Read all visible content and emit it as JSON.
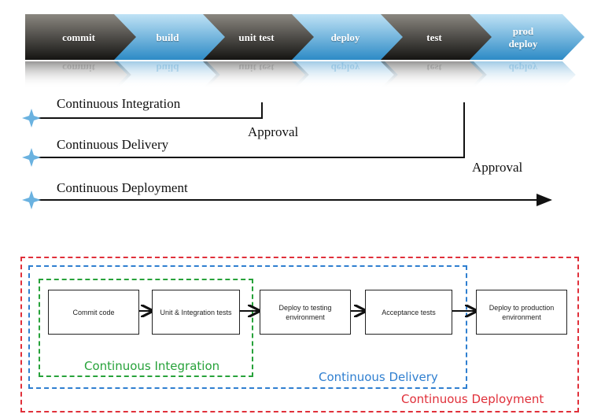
{
  "pipeline": {
    "stages": [
      {
        "label": "commit",
        "style": "dark"
      },
      {
        "label": "build",
        "style": "blue"
      },
      {
        "label": "unit test",
        "style": "dark"
      },
      {
        "label": "deploy",
        "style": "blue"
      },
      {
        "label": "test",
        "style": "dark"
      },
      {
        "label": "prod deploy",
        "style": "blue"
      }
    ],
    "colors": {
      "dark_top": "#8a8780",
      "dark_bottom": "#151412",
      "blue_top": "#bfe2f5",
      "blue_bottom": "#2d8bc6",
      "arrow": "#111111",
      "star": "#6ab2e0"
    }
  },
  "tracks": {
    "ci": {
      "label": "Continuous Integration",
      "gate": "Approval"
    },
    "cdelivery": {
      "label": "Continuous Delivery",
      "gate": "Approval"
    },
    "cdeploy": {
      "label": "Continuous Deployment"
    }
  },
  "flow": {
    "boxes": [
      "Commit code",
      "Unit & Integration tests",
      "Deploy to testing environment",
      "Acceptance tests",
      "Deploy to production environment"
    ],
    "zones": {
      "ci": {
        "label": "Continuous Integration",
        "color": "#27a23a"
      },
      "cdelivery": {
        "label": "Continuous Delivery",
        "color": "#2f7fd0"
      },
      "cdeploy": {
        "label": "Continuous Deployment",
        "color": "#e0303a"
      }
    }
  }
}
